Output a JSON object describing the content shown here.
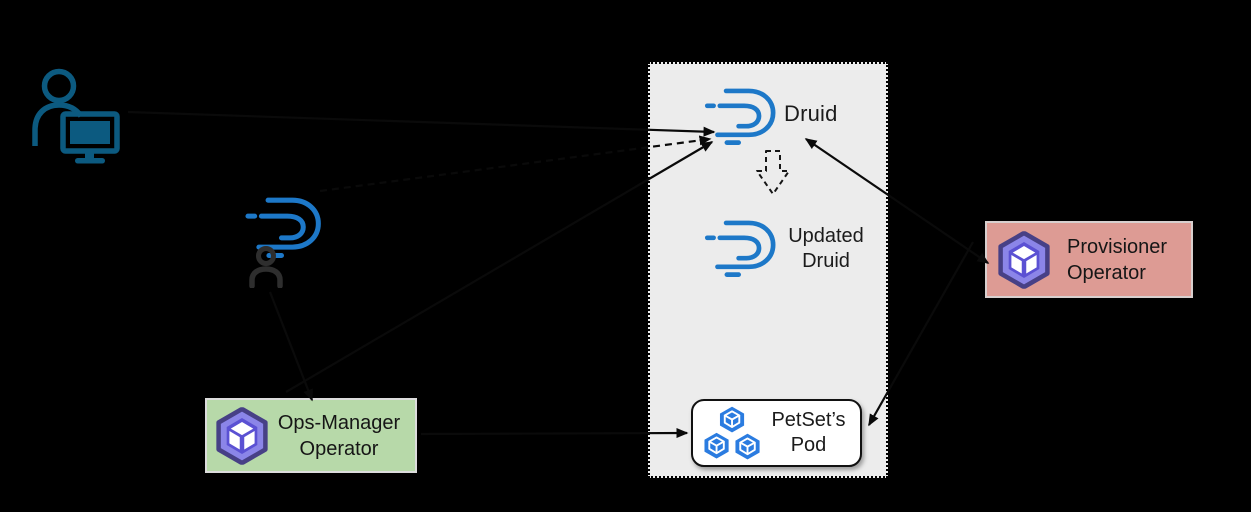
{
  "nodes": {
    "user_terminal": {
      "icon": "user-at-computer-icon"
    },
    "druid_cr_user": {
      "icon": "druid-logo-icon",
      "secondary_icon": "user-icon"
    },
    "cluster_panel": {
      "druid_label": "Druid",
      "updated_druid_label": "Updated Druid",
      "petset_pod_label": "PetSet’s Pod"
    },
    "ops_manager": {
      "label": "Ops-Manager Operator",
      "icon": "operator-cube-icon"
    },
    "provisioner": {
      "label": "Provisioner Operator",
      "icon": "operator-cube-icon"
    },
    "petset_pod": {
      "icon": "pod-cubes-icon"
    }
  },
  "connectors": {
    "update_flow_icon": "dashed-down-arrow-icon",
    "style": "black arrows, visible only over light surfaces"
  },
  "colors": {
    "background": "#000000",
    "druid_blue": "#1d78c8",
    "user_terminal_teal": "#0c5a80",
    "panel_gray": "#ececec",
    "ops_manager_green": "#b7d9a9",
    "provisioner_pink": "#dd9b94",
    "operator_purple": "#8b85e8",
    "operator_purple_dark": "#474086",
    "operator_purple_inner": "#5b51d3",
    "pod_blue": "#2b7ce0",
    "arrow_black": "#0a0a0a",
    "dark_user_gray": "#2e2e2e"
  }
}
